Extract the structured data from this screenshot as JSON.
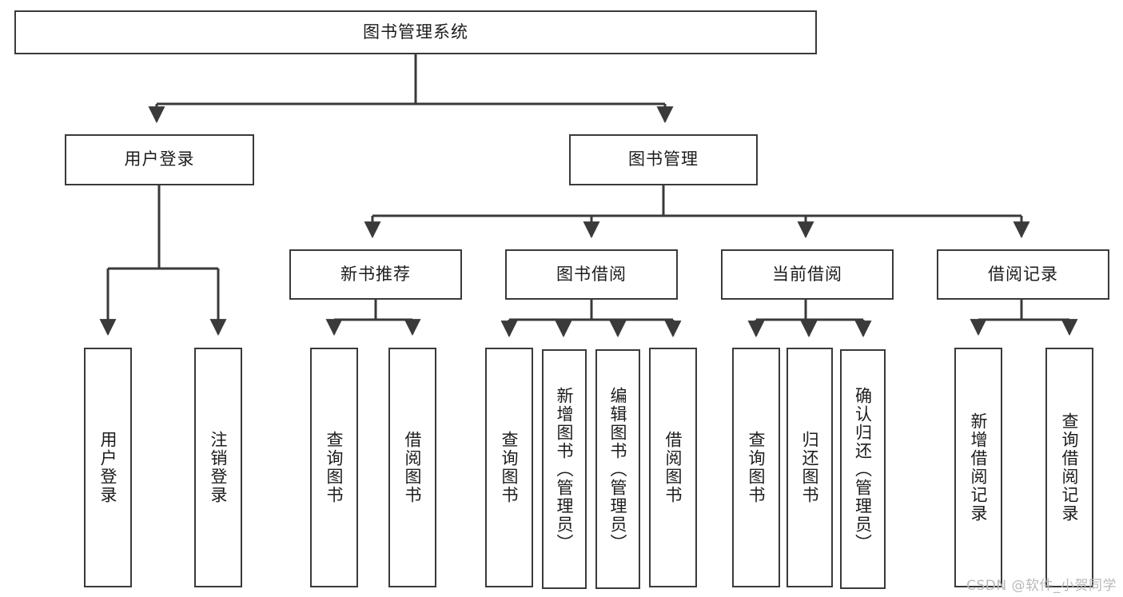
{
  "diagram": {
    "type": "tree",
    "title": "图书管理系统",
    "watermark": "CSDN @软件_小贺同学",
    "colors": {
      "box_border": "#3a3a3a",
      "box_fill": "#ffffff",
      "connector": "#3a3a3a",
      "text": "#1c1c1c",
      "watermark": "#b9b9b9",
      "background": "#ffffff"
    },
    "levels": {
      "root": "图书管理系统",
      "level2": [
        "用户登录",
        "图书管理"
      ],
      "level3": [
        "新书推荐",
        "图书借阅",
        "当前借阅",
        "借阅记录"
      ]
    },
    "nodes": {
      "root": {
        "label": "图书管理系统"
      },
      "user_login": {
        "label": "用户登录"
      },
      "book_manage": {
        "label": "图书管理"
      },
      "new_book_rec": {
        "label": "新书推荐"
      },
      "book_borrow": {
        "label": "图书借阅"
      },
      "current_borrow": {
        "label": "当前借阅"
      },
      "borrow_record": {
        "label": "借阅记录"
      },
      "leaf_user_login": {
        "label": "用户登录"
      },
      "leaf_logout": {
        "label": "注销登录"
      },
      "leaf_query_book_1": {
        "label": "查询图书"
      },
      "leaf_borrow_book_1": {
        "label": "借阅图书"
      },
      "leaf_query_book_2": {
        "label": "查询图书"
      },
      "leaf_add_book": {
        "label": "新增图书（管理员）"
      },
      "leaf_edit_book": {
        "label": "编辑图书（管理员）"
      },
      "leaf_borrow_book_2": {
        "label": "借阅图书"
      },
      "leaf_query_book_3": {
        "label": "查询图书"
      },
      "leaf_return_book": {
        "label": "归还图书"
      },
      "leaf_confirm_return": {
        "label": "确认归还（管理员）"
      },
      "leaf_add_record": {
        "label": "新增借阅记录"
      },
      "leaf_query_record": {
        "label": "查询借阅记录"
      }
    },
    "edges": [
      {
        "from": "图书管理系统",
        "to": "用户登录"
      },
      {
        "from": "图书管理系统",
        "to": "图书管理"
      },
      {
        "from": "图书管理",
        "to": "新书推荐"
      },
      {
        "from": "图书管理",
        "to": "图书借阅"
      },
      {
        "from": "图书管理",
        "to": "当前借阅"
      },
      {
        "from": "图书管理",
        "to": "借阅记录"
      },
      {
        "from": "用户登录",
        "to": "用户登录"
      },
      {
        "from": "用户登录",
        "to": "注销登录"
      },
      {
        "from": "新书推荐",
        "to": "查询图书"
      },
      {
        "from": "新书推荐",
        "to": "借阅图书"
      },
      {
        "from": "图书借阅",
        "to": "查询图书"
      },
      {
        "from": "图书借阅",
        "to": "新增图书（管理员）"
      },
      {
        "from": "图书借阅",
        "to": "编辑图书（管理员）"
      },
      {
        "from": "图书借阅",
        "to": "借阅图书"
      },
      {
        "from": "当前借阅",
        "to": "查询图书"
      },
      {
        "from": "当前借阅",
        "to": "归还图书"
      },
      {
        "from": "当前借阅",
        "to": "确认归还（管理员）"
      },
      {
        "from": "借阅记录",
        "to": "新增借阅记录"
      },
      {
        "from": "借阅记录",
        "to": "查询借阅记录"
      }
    ]
  }
}
